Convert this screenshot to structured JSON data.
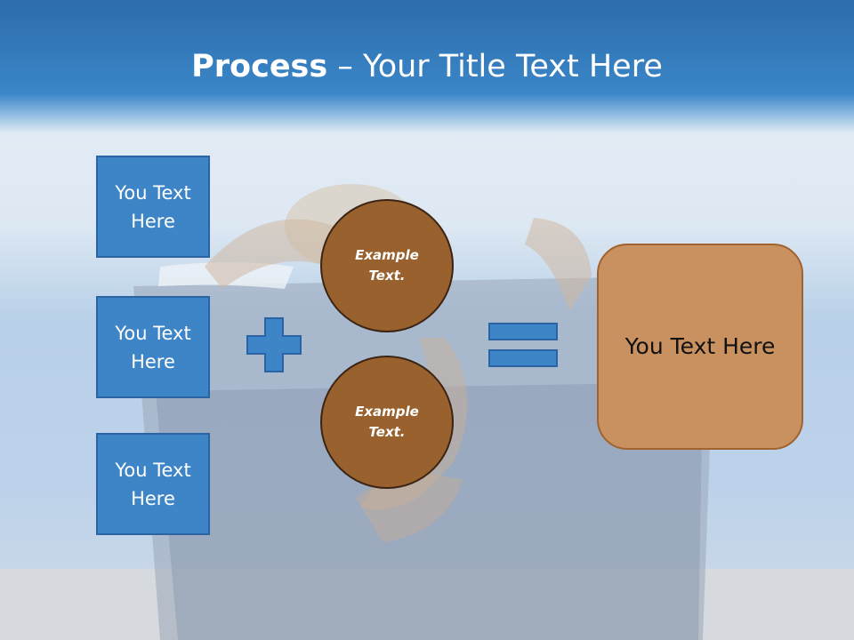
{
  "title": {
    "bold": "Process",
    "rest": " – Your Title Text Here"
  },
  "left_boxes": [
    {
      "label": "You Text Here"
    },
    {
      "label": "You Text Here"
    },
    {
      "label": "You Text Here"
    }
  ],
  "circles": [
    {
      "label": "Example Text."
    },
    {
      "label": "Example Text."
    }
  ],
  "operators": {
    "plus": "plus-icon",
    "equals": "equals-icon"
  },
  "result": {
    "label": "You Text Here"
  },
  "colors": {
    "title_bar": "#3a86c8",
    "box_fill": "#3d85c6",
    "box_border": "#2a64a2",
    "circle_fill": "#98612e",
    "result_fill": "#c99160",
    "result_border": "#a0622e"
  }
}
